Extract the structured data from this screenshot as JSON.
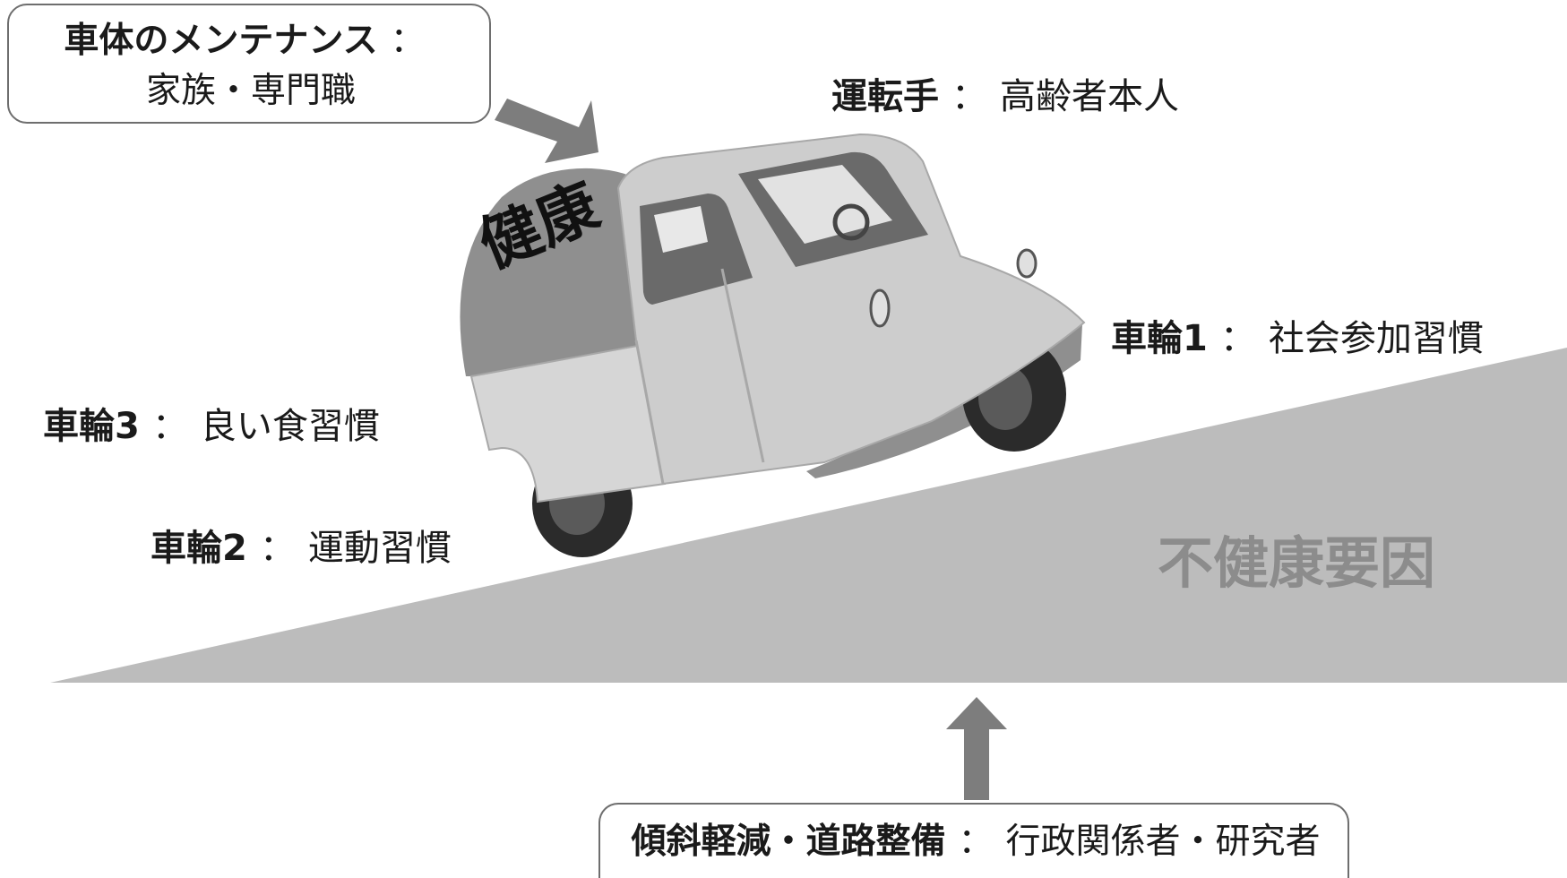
{
  "maintenance": {
    "title": "車体のメンテナンス",
    "colon": "：",
    "value": "家族・専門職"
  },
  "driver": {
    "title": "運転手",
    "colon": "：",
    "value": "高齢者本人"
  },
  "wheel1": {
    "title": "車輪1",
    "colon": "：",
    "value": "社会参加習慣"
  },
  "wheel2": {
    "title": "車輪2",
    "colon": "：",
    "value": "運動習慣"
  },
  "wheel3": {
    "title": "車輪3",
    "colon": "：",
    "value": "良い食習慣"
  },
  "cargo": {
    "label": "健康"
  },
  "slope": {
    "label": "不健康要因"
  },
  "road": {
    "title": "傾斜軽減・道路整備",
    "colon": "：",
    "value": "行政関係者・研究者"
  },
  "colors": {
    "slope_fill": "#bcbcbc",
    "arrow_fill": "#7d7d7d",
    "car_body": "#cdcdcd",
    "tank": "#8f8f8f",
    "tire": "#2b2b2b",
    "slope_text": "#8c8c8c"
  },
  "icons": [
    "car-icon",
    "arrow-down-right-icon",
    "arrow-up-icon"
  ]
}
